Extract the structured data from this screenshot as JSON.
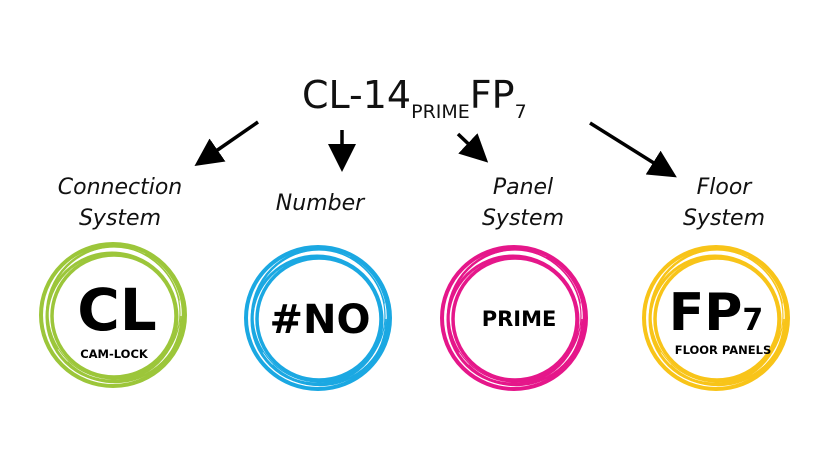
{
  "title": {
    "main1": "CL-14",
    "sub1": "PRIME",
    "main2": "FP",
    "sub2": "7"
  },
  "categories": [
    {
      "label_line1": "Connection",
      "label_line2": "System",
      "badge_main": "CL",
      "badge_sub": "CAM-LOCK",
      "color": "#9cc63a"
    },
    {
      "label_line1": "Number",
      "label_line2": "",
      "badge_main": "#NO",
      "badge_sub": "",
      "color": "#1ba8e2"
    },
    {
      "label_line1": "Panel",
      "label_line2": "System",
      "badge_main": "PRIME",
      "badge_sub": "",
      "color": "#e5178a"
    },
    {
      "label_line1": "Floor",
      "label_line2": "System",
      "badge_main": "FP",
      "badge_main_sub": "7",
      "badge_sub": "FLOOR PANELS",
      "color": "#f8c419"
    }
  ]
}
